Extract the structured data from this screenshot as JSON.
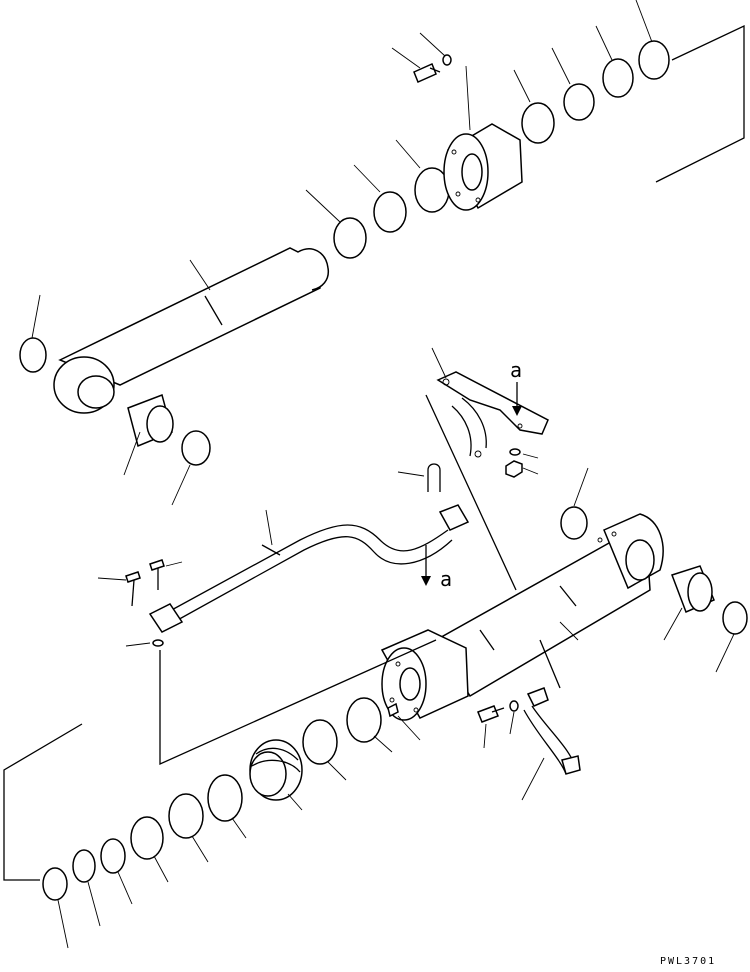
{
  "diagram": {
    "callouts": [
      "a",
      "a"
    ],
    "drawing_code": "PWL3701"
  }
}
